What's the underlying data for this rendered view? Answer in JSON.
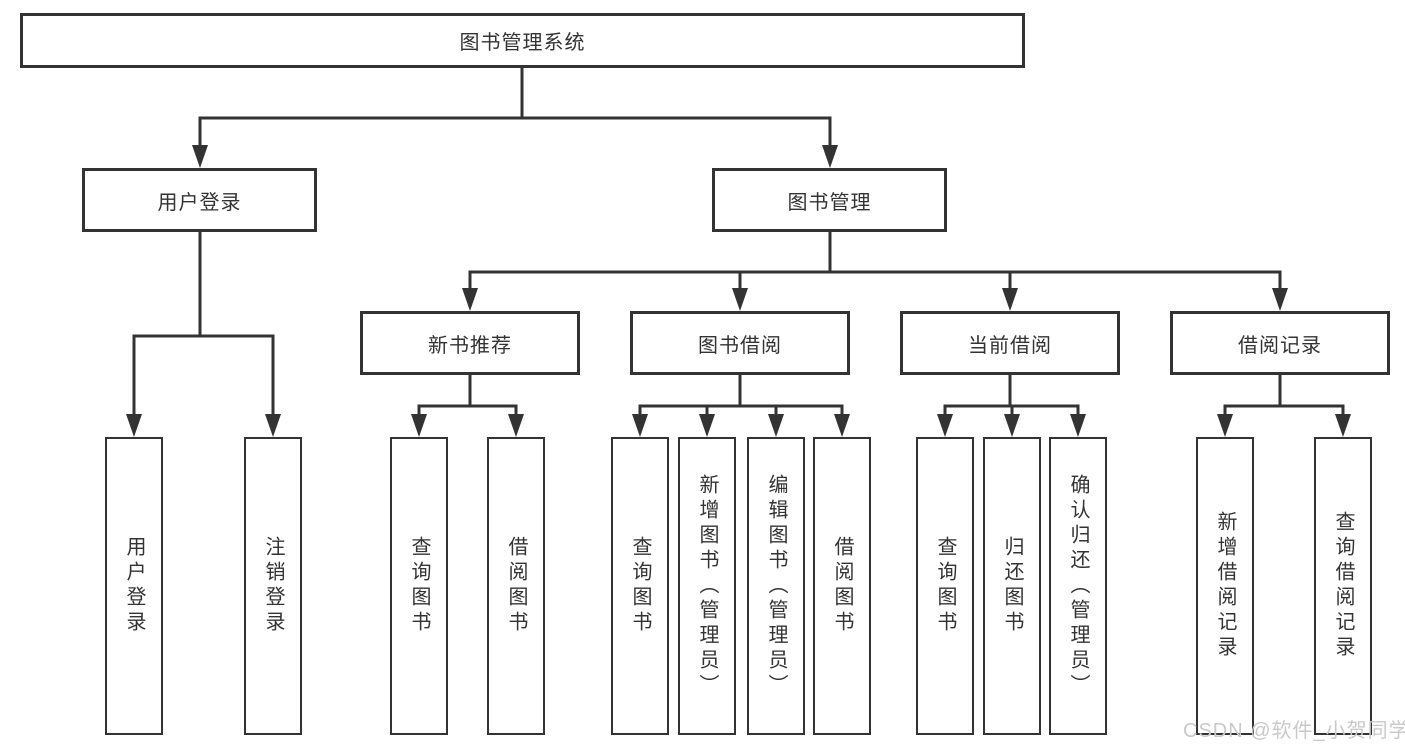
{
  "colors": {
    "line": "#333333",
    "text": "#333333",
    "background": "#ffffff",
    "watermark": "#c9c9c9"
  },
  "watermark": "CSDN @软件_小贺同学",
  "diagram": {
    "root": "图书管理系统",
    "branches": [
      {
        "label": "用户登录",
        "children": [
          "用户登录",
          "注销登录"
        ]
      },
      {
        "label": "图书管理",
        "modules": [
          {
            "label": "新书推荐",
            "children": [
              "查询图书",
              "借阅图书"
            ]
          },
          {
            "label": "图书借阅",
            "children": [
              "查询图书",
              "新增图书（管理员）",
              "编辑图书（管理员）",
              "借阅图书"
            ]
          },
          {
            "label": "当前借阅",
            "children": [
              "查询图书",
              "归还图书",
              "确认归还（管理员）"
            ]
          },
          {
            "label": "借阅记录",
            "children": [
              "新增借阅记录",
              "查询借阅记录"
            ]
          }
        ]
      }
    ]
  }
}
